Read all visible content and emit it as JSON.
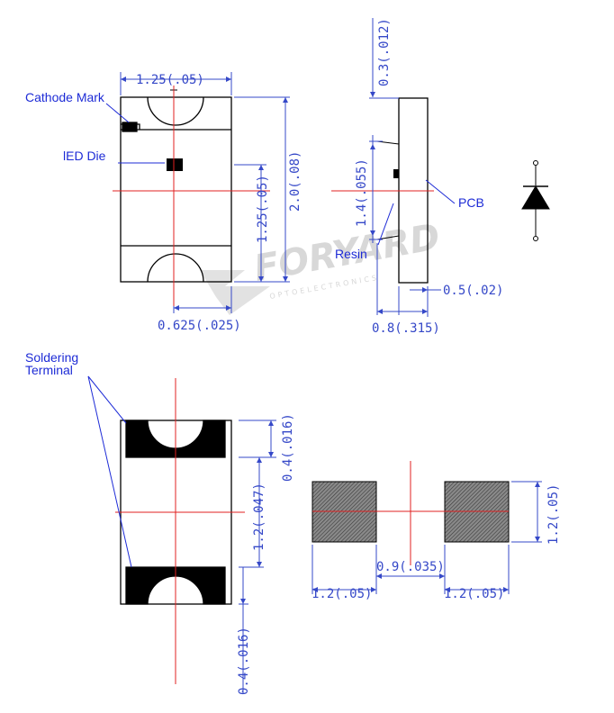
{
  "labels": {
    "cathode_mark": "Cathode Mark",
    "led_die": "lED Die",
    "resin": "Resin",
    "pcb": "PCB",
    "soldering_line1": "Soldering",
    "soldering_line2": "Terminal"
  },
  "watermark": {
    "brand": "FORYARD",
    "sub": "OPTOELECTRONICS"
  },
  "dimensions": {
    "top_width": "1.25(.05)",
    "height_right": "2.0(.08)",
    "die_pos": "1.25(.05)",
    "die_offset": "0.625(.025)",
    "side_gap": "0.3(.012)",
    "side_die": "1.4(.055)",
    "side_pcb": "0.5(.02)",
    "side_total": "0.8(.315)",
    "bot_terminal_top": "0.4(.016)",
    "bot_gap": "1.2(.047)",
    "bot_terminal_bottom": "0.4(.016)",
    "pad_height": "1.2(.05)",
    "pad_gap": "0.9(.035)",
    "pad_left": "1.2(.05)",
    "pad_right": "1.2(.05)"
  },
  "colors": {
    "outline": "#000000",
    "dimension": "#3548c8",
    "label": "#1d2bd6",
    "centerline": "#e02020"
  }
}
